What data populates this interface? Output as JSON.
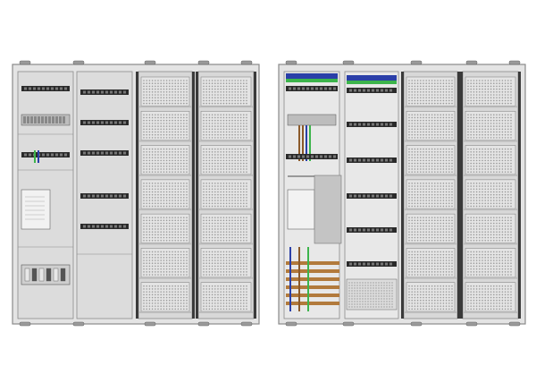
{
  "colors": {
    "background": "#ffffff",
    "panel_fill": "#e4e4e4",
    "panel_dark": "#cfcfcf",
    "frame": "#8a8a8a",
    "rail": "#2a2a2a",
    "terminal_green": "#3cb44b",
    "terminal_blue": "#2a3fa8",
    "busbar_brown": "#b27a3c",
    "wire_green": "#3cb44b",
    "wire_blue": "#2a3fa8",
    "wire_brown": "#8b5a2b",
    "vent": "#9a9a9a"
  },
  "cabinets": [
    {
      "name": "cabinet-closed-covers",
      "variant": "covered"
    },
    {
      "name": "cabinet-open-wired",
      "variant": "wired"
    }
  ]
}
